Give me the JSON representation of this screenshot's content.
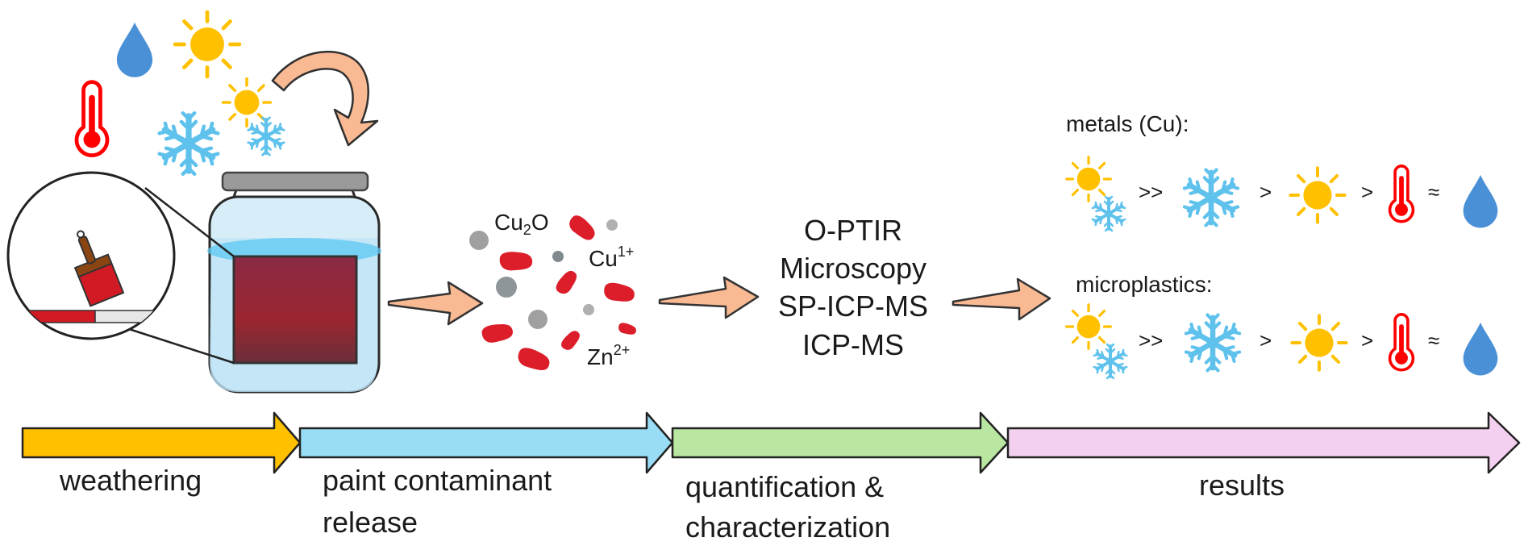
{
  "weathering_icons": [
    "water-drop-icon",
    "sun-icon",
    "thermometer-icon",
    "snowflake-icon",
    "curved-arrow-icon"
  ],
  "release_labels": {
    "cu2o_base": "Cu",
    "cu2o_sub": "2",
    "cu2o_tail": "O",
    "cu1_base": "Cu",
    "cu1_sup": "1+",
    "zn_base": "Zn",
    "zn_sup": "2+"
  },
  "methods": [
    "O-PTIR",
    "Microscopy",
    "SP-ICP-MS",
    "ICP-MS"
  ],
  "results": {
    "metals_title": "metals (Cu):",
    "microplastics_title": "microplastics:",
    "ranking_ops": [
      ">>",
      ">",
      ">",
      "≈"
    ],
    "ranking_icons": [
      "sun-and-snowflake",
      "snowflake",
      "sun",
      "thermometer",
      "water-drop"
    ]
  },
  "stages": [
    {
      "line1": "weathering",
      "line2": "",
      "color": "#ffc000"
    },
    {
      "line1": "paint contaminant",
      "line2": "release",
      "color": "#99dcf5"
    },
    {
      "line1": "quantification &",
      "line2": "characterization",
      "color": "#b9e6a1"
    },
    {
      "line1": "results",
      "line2": "",
      "color": "#f3d0ef"
    }
  ],
  "colors": {
    "sun": "#ffc000",
    "snowflake": "#5fc2ec",
    "water": "#4a90d6",
    "thermometer": "#ff0000",
    "paint_red": "#dc1e2b",
    "arrow": "#f8b993"
  }
}
